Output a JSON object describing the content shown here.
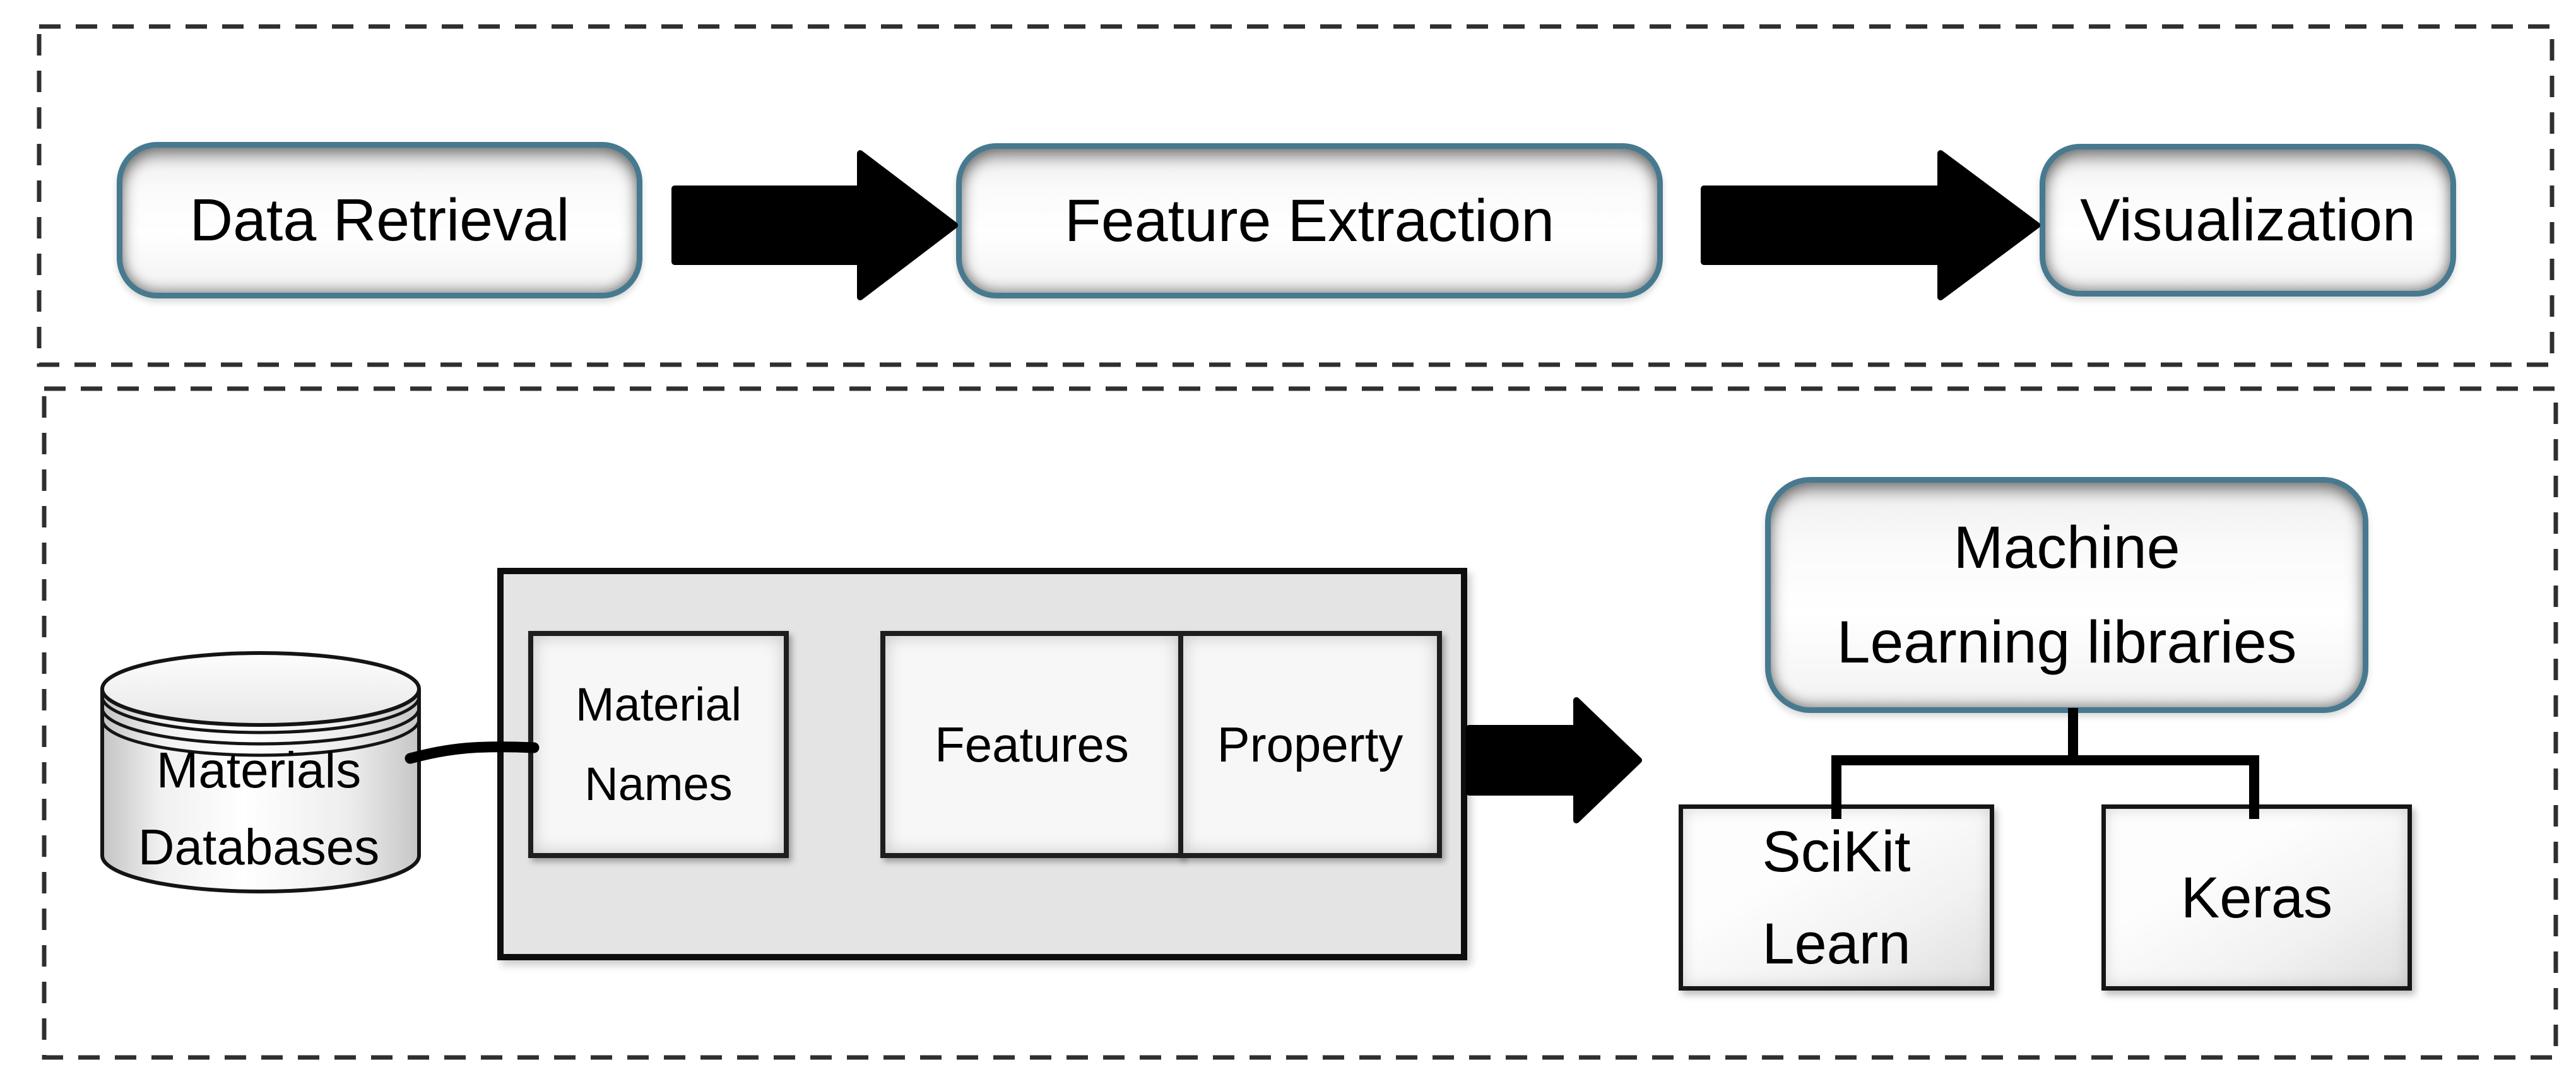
{
  "top_flow": {
    "step1": "Data Retrieval",
    "step2": "Feature Extraction",
    "step3": "Visualization"
  },
  "pipeline": {
    "database": {
      "line1": "Materials",
      "line2": "Databases"
    },
    "dataset": {
      "col1_line1": "Material",
      "col1_line2": "Names",
      "col2": "Features",
      "col3": "Property"
    },
    "ml_box": {
      "line1": "Machine",
      "line2": "Learning libraries"
    },
    "libraries": {
      "lib1_line1": "SciKit",
      "lib1_line2": "Learn",
      "lib2": "Keras"
    }
  },
  "icons": {
    "database": "database-cylinder-icon",
    "arrows": "block-arrow-right-icon"
  },
  "colors": {
    "node_border_teal": "#47798f",
    "arrow_black": "#000000",
    "container_gray_fill": "#e4e4e4",
    "frame_dash_gray": "#2f2f2f",
    "cell_border_dark": "#1e1e1e"
  }
}
